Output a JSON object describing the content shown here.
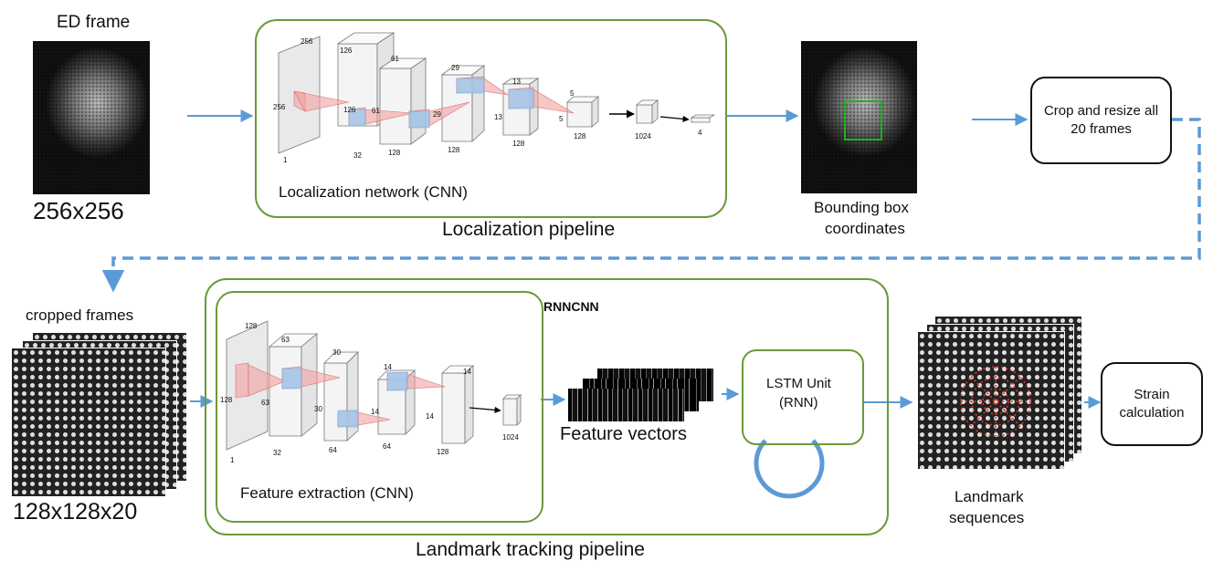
{
  "top": {
    "input_label": "ED frame",
    "input_size": "256x256",
    "localization_cnn_label": "Localization network (CNN)",
    "localization_pipeline_label": "Localization pipeline",
    "bbox_label_line1": "Bounding box",
    "bbox_label_line2": "coordinates",
    "crop_line1": "Crop and resize all",
    "crop_line2": "20 frames",
    "cnn_numbers": {
      "l1_top": "256",
      "l1_side": "256",
      "l1_bottom": "1",
      "l2_top": "126",
      "l2_side": "126",
      "l2_bottom": "32",
      "l3_top": "61",
      "l3_side": "61",
      "l3_bottom": "128",
      "l4_top": "29",
      "l4_side": "29",
      "l4_bottom": "128",
      "l5_top": "13",
      "l5_side": "13",
      "l5_bottom": "128",
      "l6_top": "5",
      "l6_side": "5",
      "l6_bottom": "128",
      "fc1": "1024",
      "fc2": "4"
    }
  },
  "bottom": {
    "cropped_label": "cropped frames",
    "cropped_size": "128x128x20",
    "rnncnn_label": "RNNCNN",
    "feature_cnn_label": "Feature extraction (CNN)",
    "feature_vectors_label": "Feature vectors",
    "lstm_line1": "LSTM Unit",
    "lstm_line2": "(RNN)",
    "landmark_label_line1": "Landmark",
    "landmark_label_line2": "sequences",
    "strain_line1": "Strain",
    "strain_line2": "calculation",
    "tracking_pipeline_label": "Landmark tracking pipeline",
    "cnn_numbers": {
      "l1_top": "128",
      "l1_side": "128",
      "l1_bottom": "1",
      "l2_top": "63",
      "l2_side": "63",
      "l2_bottom": "32",
      "l3_top": "30",
      "l3_side": "30",
      "l3_bottom": "64",
      "l4_top": "14",
      "l4_side": "14",
      "l4_bottom": "64",
      "l5_top": "14",
      "l5_side": "14",
      "l5_bottom": "128",
      "fc1": "1024"
    }
  },
  "colors": {
    "arrow": "#5b9bd5",
    "frame_green": "#6a9a3a",
    "bbox_green": "#1db31d",
    "landmark_red": "#d9362b"
  }
}
